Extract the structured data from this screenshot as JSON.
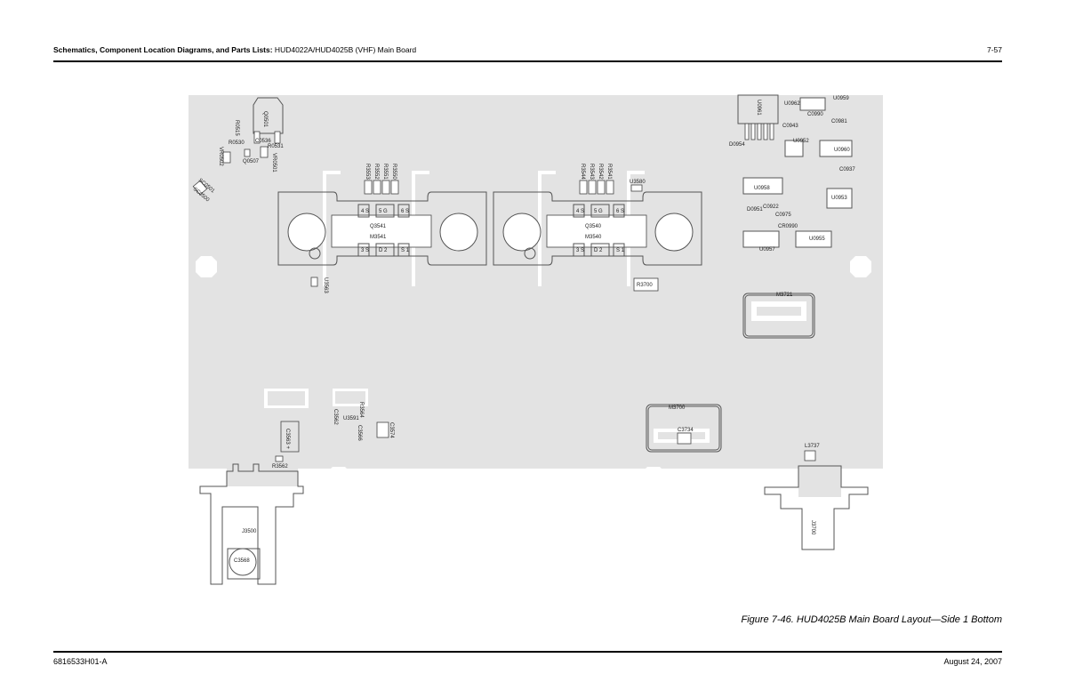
{
  "header": {
    "title_bold": "Schematics, Component Location Diagrams, and Parts Lists:",
    "title_rest": " HUD4022A/HUD4025B (VHF) Main Board",
    "page_number": "7-57"
  },
  "figure": {
    "caption": "Figure 7-46. HUD4025B Main Board Layout—Side 1 Bottom",
    "colors": {
      "board": "#e3e3e3",
      "outline": "#555555"
    },
    "modules": [
      {
        "ref": "Q3541",
        "part": "M3541",
        "pins": [
          "4 S",
          "5 G",
          "6 S",
          "3 S",
          "D 2",
          "S 1"
        ],
        "resistors": [
          "R3553",
          "R3552",
          "R3551",
          "R3550"
        ]
      },
      {
        "ref": "Q3540",
        "part": "M3540",
        "pins": [
          "4 S",
          "5 G",
          "6 S",
          "3 S",
          "D 2",
          "S 1"
        ],
        "resistors": [
          "R3544",
          "R3543",
          "R3542",
          "R3541"
        ]
      }
    ],
    "top_left_labels": [
      "Q0501",
      "R0515",
      "R0530",
      "C0536",
      "R0531",
      "VR0502",
      "Q0507",
      "VR0501",
      "SC0501",
      "SC0500",
      "U3563"
    ],
    "top_right_labels": [
      "U0961",
      "U0962",
      "U0959",
      "C0990",
      "C0981",
      "C0943",
      "D0954",
      "U0952",
      "U0960",
      "C0937",
      "U0958",
      "U0953",
      "U0957",
      "U0955",
      "D0951",
      "C0922",
      "C0975",
      "CR0990"
    ],
    "misc_labels": {
      "u3580": "U3580",
      "r3700": "R3700",
      "m3721": "M3721",
      "m3700": "M3700",
      "c3734": "C3734",
      "l3737": "L3737",
      "j3700": "J3700",
      "j3500": "J3500",
      "c3568": "C3568",
      "c3563": "C3563 +",
      "r3562": "R3562",
      "c3574": "C3574",
      "r3564": "R3564",
      "u3591": "U3591",
      "c3562": "C3562",
      "c3566": "C3566"
    }
  },
  "footer": {
    "doc_number": "6816533H01-A",
    "date": "August 24, 2007"
  }
}
